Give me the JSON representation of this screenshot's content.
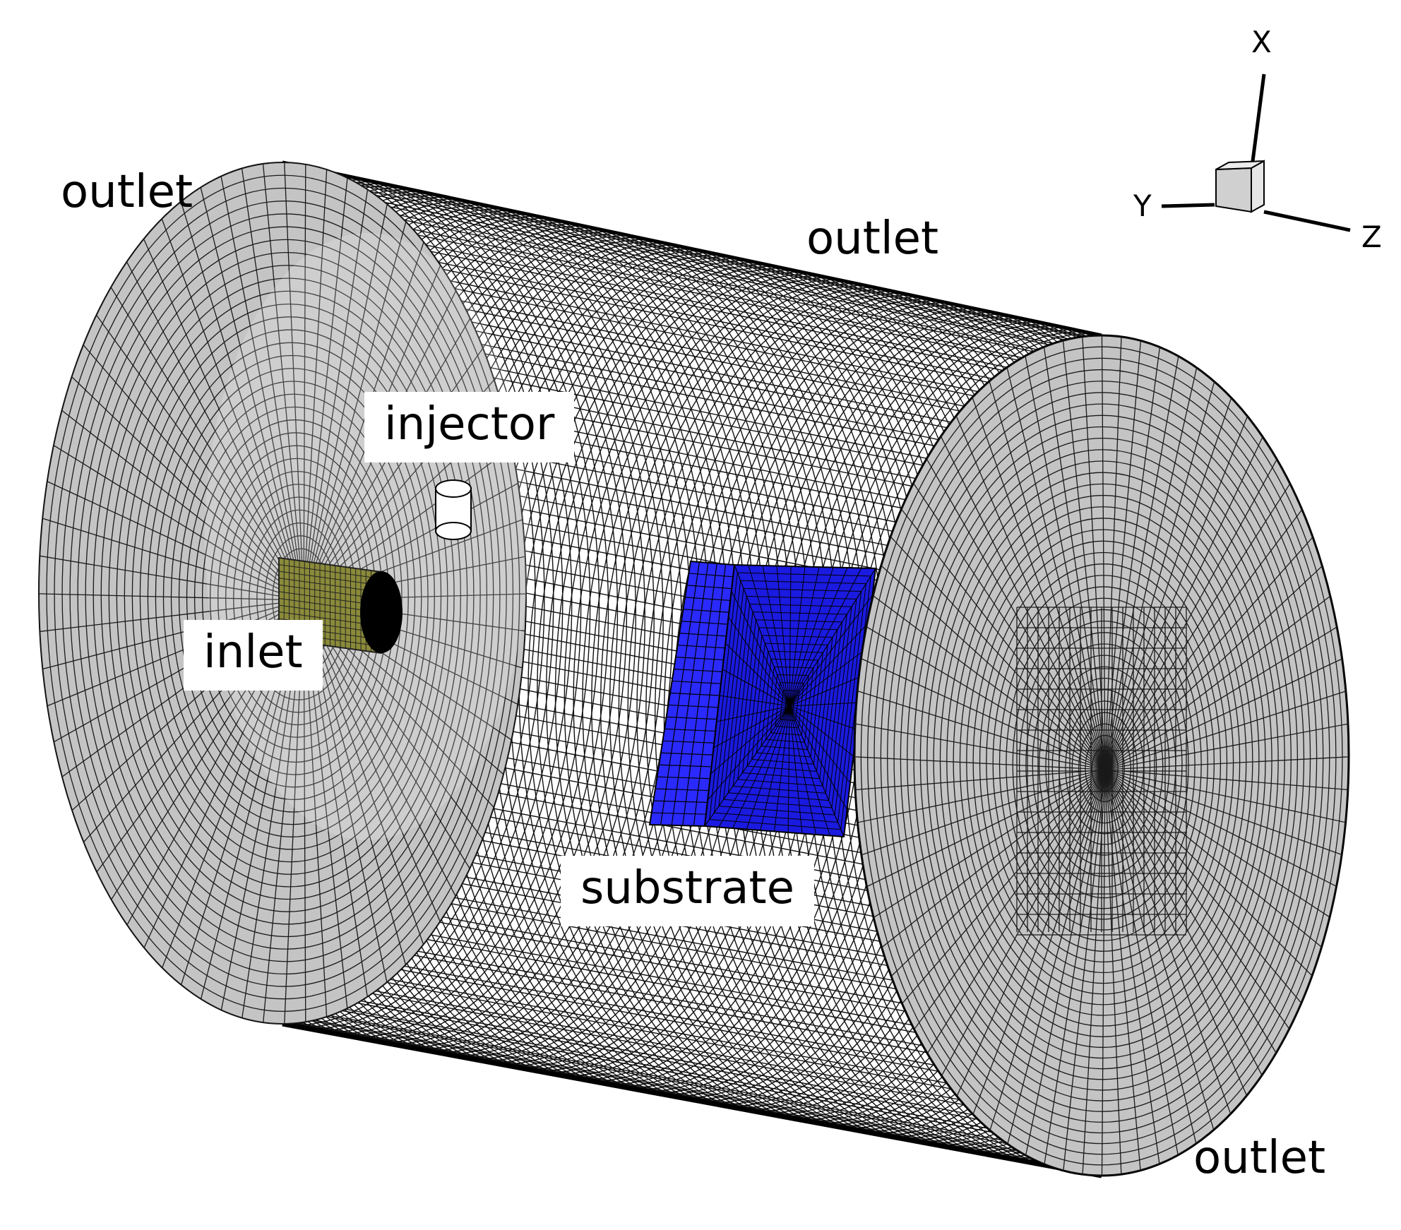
{
  "labels": {
    "outlet_top_left": "outlet",
    "outlet_top": "outlet",
    "outlet_bottom_right": "outlet",
    "injector": "injector",
    "inlet": "inlet",
    "substrate": "substrate"
  },
  "axes": {
    "x": "X",
    "y": "Y",
    "z": "Z"
  },
  "colors": {
    "mesh_face": "#c4c4c4",
    "mesh_line": "#111111",
    "substrate": "#2a2aff",
    "inlet": "#8a8a3a",
    "background": "#ffffff"
  }
}
